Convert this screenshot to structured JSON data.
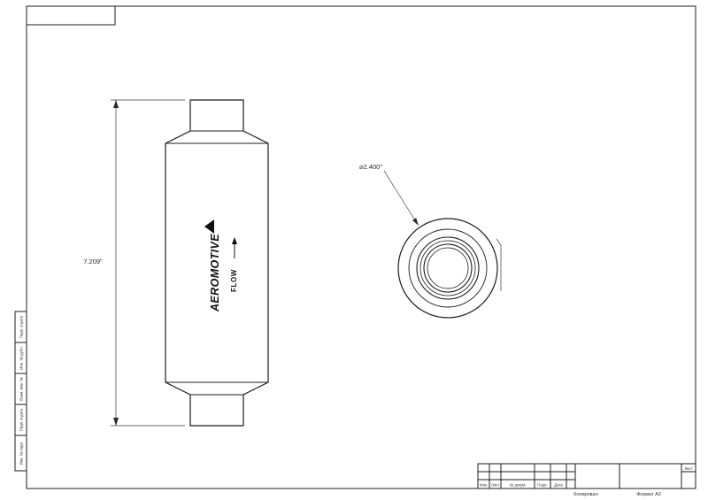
{
  "drawing": {
    "front_view": {
      "dimension_label": "7.209\"",
      "brand": "AEROMOTIVE",
      "flow_label": "FLOW"
    },
    "end_view": {
      "diameter_label": "⌀2.400\""
    },
    "frame": {
      "left_stamps": [
        "Подп. и дата",
        "Инв. № дубл.",
        "Взам. инв. №",
        "Подп. и дата",
        "Инв. № подл."
      ],
      "title_block": {
        "columns": [
          "Изм.",
          "Лист",
          "№ докум.",
          "Подп.",
          "Дата"
        ],
        "sheet_label": "Лист"
      },
      "footer": {
        "copied_label": "Копировал",
        "format_label": "Формат А2"
      }
    }
  },
  "colors": {
    "line": "#1c1c1c",
    "dim_line": "#3a3a3a",
    "paper": "#ffffff"
  }
}
